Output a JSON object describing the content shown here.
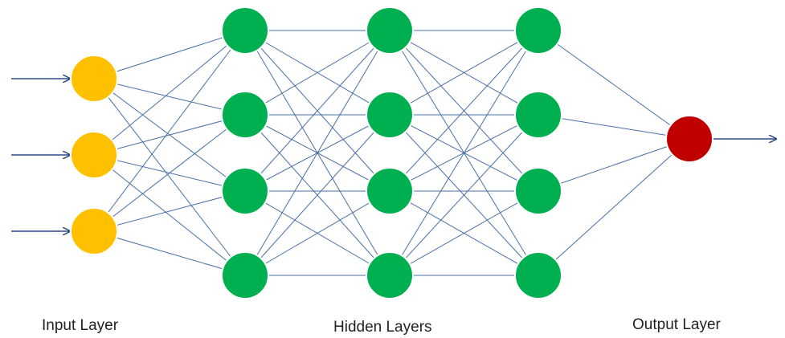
{
  "labels": {
    "input": "Input Layer",
    "hidden": "Hidden Layers",
    "output": "Output Layer"
  },
  "network": {
    "layers": [
      {
        "name": "input",
        "nodes": 3,
        "color": "#FFC000"
      },
      {
        "name": "hidden1",
        "nodes": 4,
        "color": "#00B050"
      },
      {
        "name": "hidden2",
        "nodes": 4,
        "color": "#00B050"
      },
      {
        "name": "hidden3",
        "nodes": 4,
        "color": "#00B050"
      },
      {
        "name": "output",
        "nodes": 1,
        "color": "#C00000"
      }
    ],
    "connection_color": "#4A6FA5",
    "arrow_color": "#2E4A8C",
    "node_outline": "#FFFFFF",
    "input_arrows": 3,
    "output_arrows": 1
  }
}
